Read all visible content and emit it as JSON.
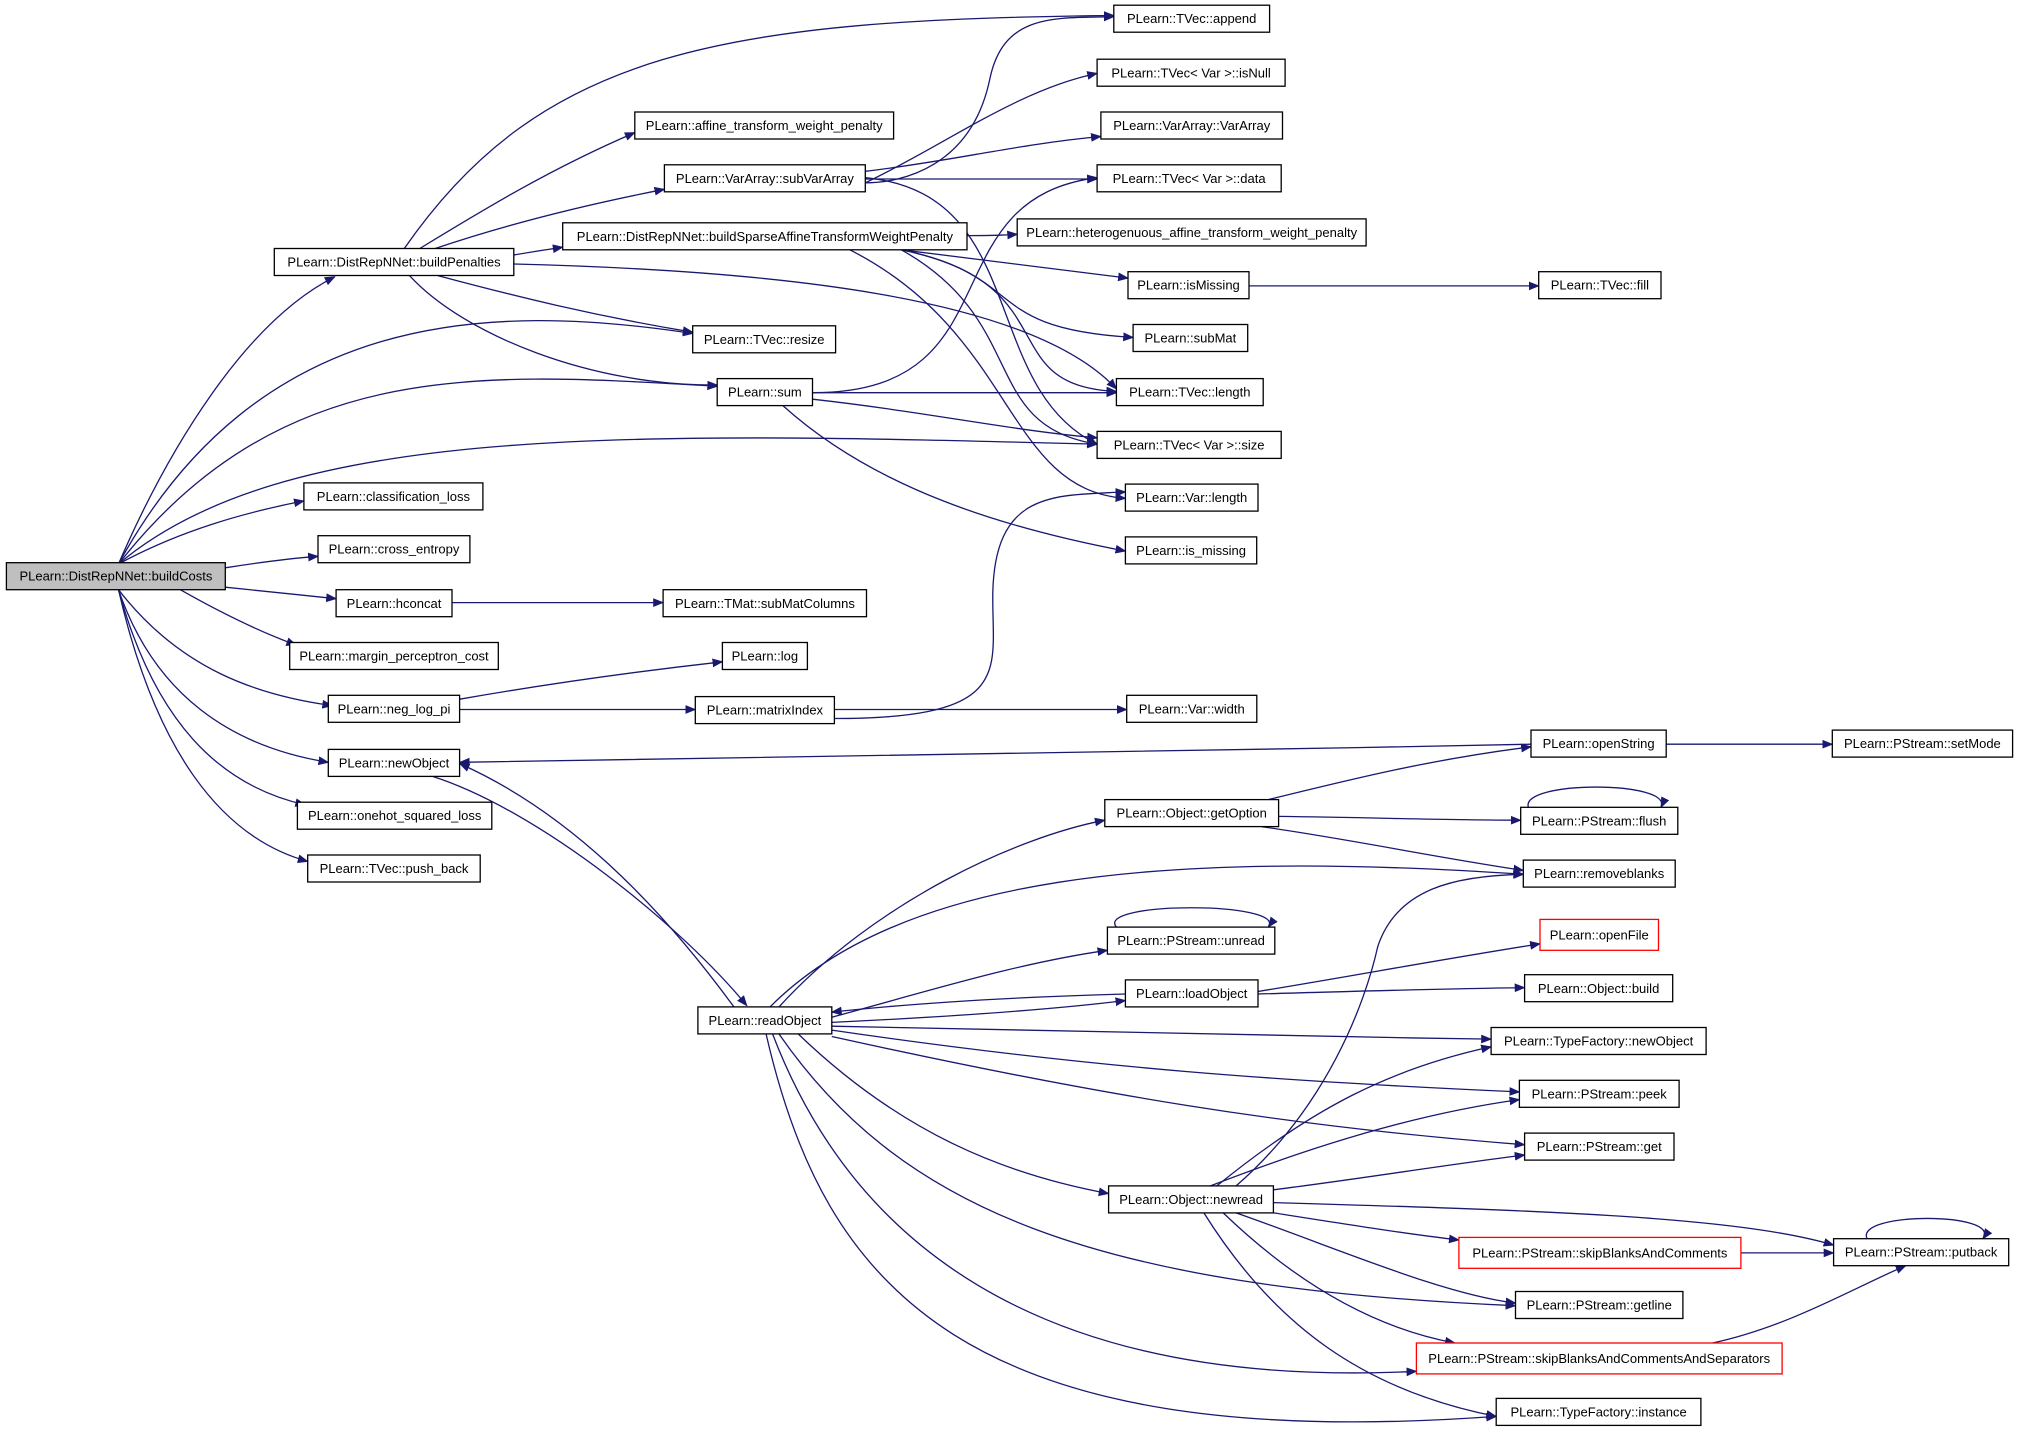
{
  "graph": {
    "edge_color": "#191970",
    "root_fill": "#bfbfbf",
    "highlight_border": "#ff0000",
    "nodes": [
      {
        "id": "buildCosts",
        "label": "PLearn::DistRepNNet::buildCosts",
        "root": true
      },
      {
        "id": "buildPenalties",
        "label": "PLearn::DistRepNNet::buildPenalties"
      },
      {
        "id": "classification_loss",
        "label": "PLearn::classification_loss"
      },
      {
        "id": "cross_entropy",
        "label": "PLearn::cross_entropy"
      },
      {
        "id": "hconcat",
        "label": "PLearn::hconcat"
      },
      {
        "id": "margin_perceptron_cost",
        "label": "PLearn::margin_perceptron_cost"
      },
      {
        "id": "neg_log_pi",
        "label": "PLearn::neg_log_pi"
      },
      {
        "id": "newObject",
        "label": "PLearn::newObject"
      },
      {
        "id": "onehot_squared_loss",
        "label": "PLearn::onehot_squared_loss"
      },
      {
        "id": "push_back",
        "label": "PLearn::TVec::push_back"
      },
      {
        "id": "affine_penalty",
        "label": "PLearn::affine_transform_weight_penalty"
      },
      {
        "id": "subVarArray",
        "label": "PLearn::VarArray::subVarArray"
      },
      {
        "id": "buildSparse",
        "label": "PLearn::DistRepNNet::buildSparseAffineTransformWeightPenalty"
      },
      {
        "id": "resize",
        "label": "PLearn::TVec::resize"
      },
      {
        "id": "sum",
        "label": "PLearn::sum"
      },
      {
        "id": "subMatColumns",
        "label": "PLearn::TMat::subMatColumns"
      },
      {
        "id": "log",
        "label": "PLearn::log"
      },
      {
        "id": "matrixIndex",
        "label": "PLearn::matrixIndex"
      },
      {
        "id": "readObject",
        "label": "PLearn::readObject"
      },
      {
        "id": "append",
        "label": "PLearn::TVec::append"
      },
      {
        "id": "isNull",
        "label": "PLearn::TVec< Var >::isNull"
      },
      {
        "id": "VarArray",
        "label": "PLearn::VarArray::VarArray"
      },
      {
        "id": "vdata",
        "label": "PLearn::TVec< Var >::data"
      },
      {
        "id": "hetero",
        "label": "PLearn::heterogenuous_affine_transform_weight_penalty"
      },
      {
        "id": "isMissing",
        "label": "PLearn::isMissing"
      },
      {
        "id": "subMat",
        "label": "PLearn::subMat"
      },
      {
        "id": "tvlength",
        "label": "PLearn::TVec::length"
      },
      {
        "id": "vsize",
        "label": "PLearn::TVec< Var >::size"
      },
      {
        "id": "varlength",
        "label": "PLearn::Var::length"
      },
      {
        "id": "is_missing",
        "label": "PLearn::is_missing"
      },
      {
        "id": "varwidth",
        "label": "PLearn::Var::width"
      },
      {
        "id": "getOption",
        "label": "PLearn::Object::getOption"
      },
      {
        "id": "unread",
        "label": "PLearn::PStream::unread"
      },
      {
        "id": "loadObject",
        "label": "PLearn::loadObject"
      },
      {
        "id": "newread",
        "label": "PLearn::Object::newread"
      },
      {
        "id": "fill",
        "label": "PLearn::TVec::fill"
      },
      {
        "id": "openString",
        "label": "PLearn::openString"
      },
      {
        "id": "flush",
        "label": "PLearn::PStream::flush"
      },
      {
        "id": "removeblanks",
        "label": "PLearn::removeblanks"
      },
      {
        "id": "openFile",
        "label": "PLearn::openFile",
        "highlight": true
      },
      {
        "id": "objbuild",
        "label": "PLearn::Object::build"
      },
      {
        "id": "tfnewObject",
        "label": "PLearn::TypeFactory::newObject"
      },
      {
        "id": "peek",
        "label": "PLearn::PStream::peek"
      },
      {
        "id": "get",
        "label": "PLearn::PStream::get"
      },
      {
        "id": "skipBC",
        "label": "PLearn::PStream::skipBlanksAndComments",
        "highlight": true
      },
      {
        "id": "getline",
        "label": "PLearn::PStream::getline"
      },
      {
        "id": "skipBCS",
        "label": "PLearn::PStream::skipBlanksAndCommentsAndSeparators",
        "highlight": true
      },
      {
        "id": "instance",
        "label": "PLearn::TypeFactory::instance"
      },
      {
        "id": "setMode",
        "label": "PLearn::PStream::setMode"
      },
      {
        "id": "putback",
        "label": "PLearn::PStream::putback"
      }
    ]
  }
}
